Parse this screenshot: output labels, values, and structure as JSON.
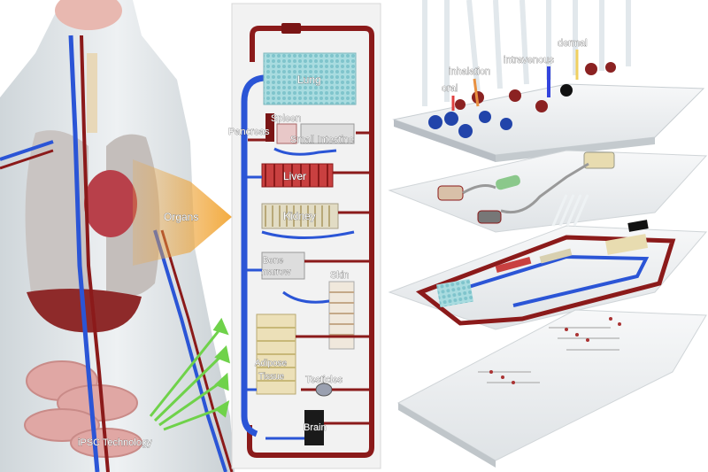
{
  "panels": {
    "body": {
      "organs_label": "Organs",
      "ipsc_label": "iPSC Technology"
    },
    "chip": {
      "organs": [
        "Lung",
        "Spleen",
        "Pancreas",
        "Small Intestine",
        "Liver",
        "Kidney",
        "Bone",
        "marrow",
        "Skin",
        "Adipose",
        "Tissue",
        "Testicles",
        "Brain"
      ]
    },
    "layers": {
      "routes": [
        "oral",
        "inhalation",
        "intravenous",
        "dermal"
      ]
    }
  },
  "colors": {
    "artery": "#8b1a1a",
    "vein": "#2b55d6",
    "organs_arrow": "#f0a030",
    "ipsc_arrow": "#6fd24a",
    "chip_bg": "#f2f2f2"
  }
}
